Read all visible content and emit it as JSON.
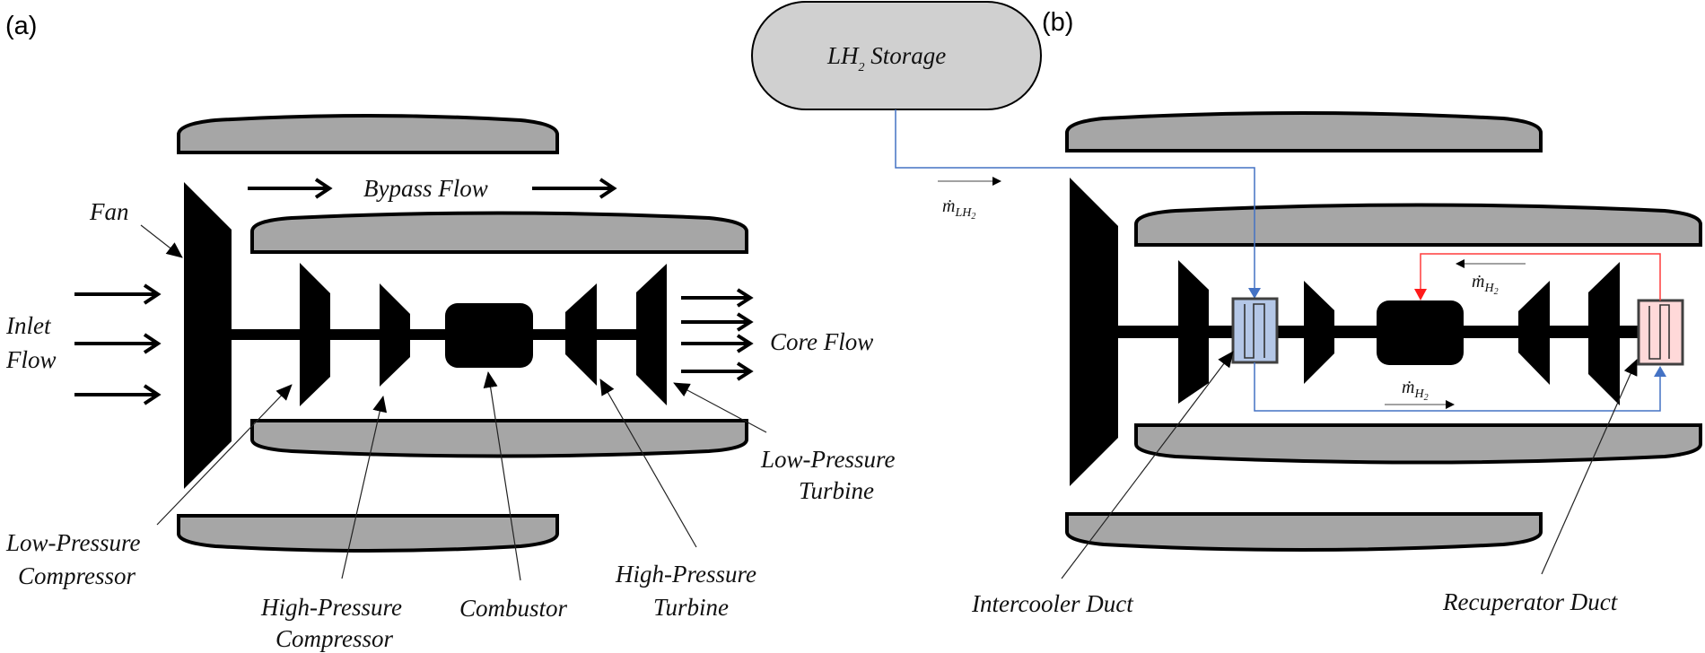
{
  "panels": {
    "a": {
      "label": "(a)",
      "labels": {
        "fan": "Fan",
        "bypass_flow": "Bypass Flow",
        "inlet_line1": "Inlet",
        "inlet_line2": "Flow",
        "core_flow": "Core Flow",
        "lpc_line1": "Low-Pressure",
        "lpc_line2": "Compressor",
        "hpc_line1": "High-Pressure",
        "hpc_line2": "Compressor",
        "combustor": "Combustor",
        "hpt_line1": "High-Pressure",
        "hpt_line2": "Turbine",
        "lpt_line1": "Low-Pressure",
        "lpt_line2": "Turbine"
      }
    },
    "b": {
      "label": "(b)",
      "storage": {
        "main": "LH",
        "sub": "2",
        "rest": " Storage"
      },
      "mass_flow": {
        "lh2": {
          "symbol": "ṁ",
          "sub": "LH",
          "sub2": "2"
        },
        "h2_recirc": {
          "symbol": "ṁ",
          "sub": "H",
          "sub2": "2"
        },
        "h2_forward": {
          "symbol": "ṁ",
          "sub": "H",
          "sub2": "2"
        }
      },
      "labels": {
        "intercooler": "Intercooler Duct",
        "recuperator": "Recuperator Duct"
      }
    }
  },
  "colors": {
    "cold_line": "#4472c4",
    "hot_line": "#ff3b3b",
    "intercooler_fill": "#b4c7e7",
    "recuperator_fill": "#ffd9d9",
    "nacelle_fill": "#a6a6a6",
    "storage_fill": "#d0d0d0"
  }
}
